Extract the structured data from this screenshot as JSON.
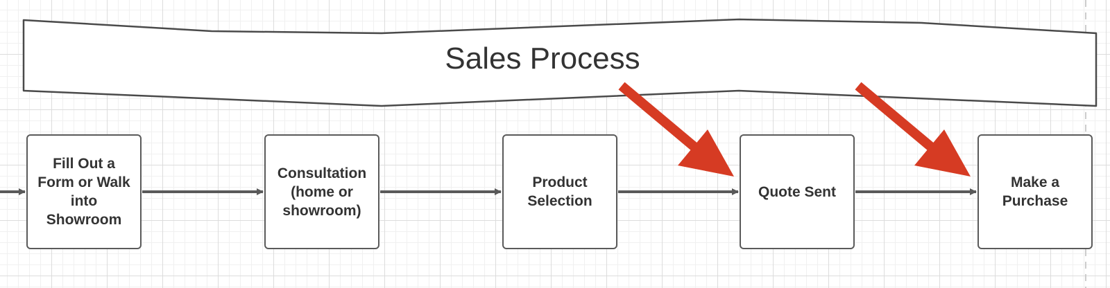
{
  "diagram": {
    "title": "Sales Process",
    "steps": [
      {
        "label": "Fill Out a Form or Walk into Showroom"
      },
      {
        "label": "Consultation (home or showroom)"
      },
      {
        "label": "Product Selection"
      },
      {
        "label": "Quote Sent"
      },
      {
        "label": "Make a Purchase"
      }
    ],
    "highlighted_steps": [
      "Quote Sent",
      "Make a Purchase"
    ],
    "colors": {
      "outline": "#5a5a5a",
      "connector": "#5a5a5a",
      "text": "#333333",
      "highlight_arrow": "#d63b23",
      "canvas": "#ffffff",
      "grid": "#dcdcdc"
    }
  }
}
